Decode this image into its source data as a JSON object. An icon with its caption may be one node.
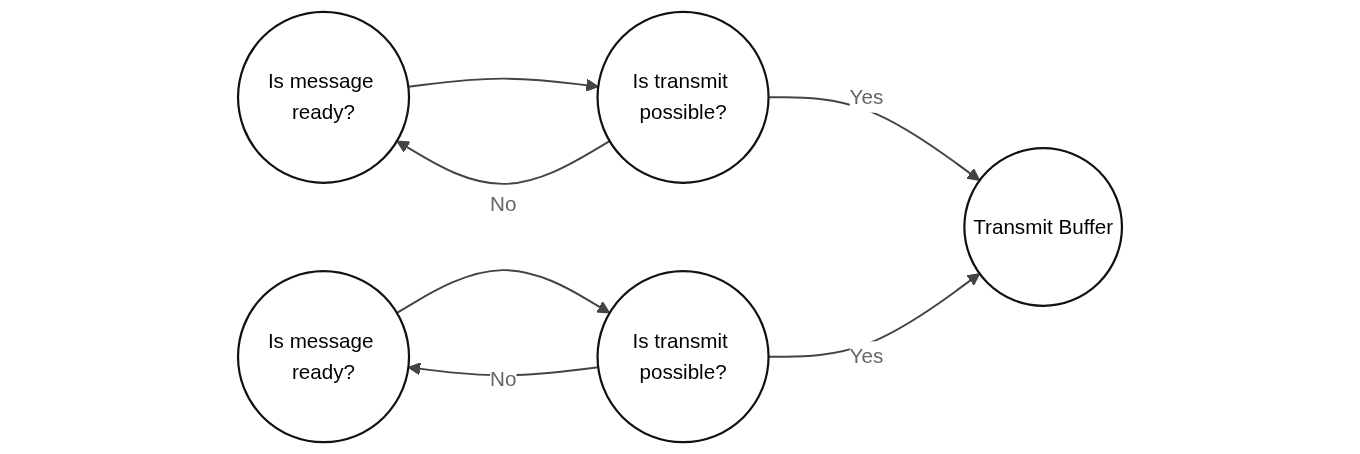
{
  "diagram": {
    "nodes": [
      {
        "text": [
          "Is message ready?"
        ]
      },
      {
        "text": [
          "Is transmit possible?"
        ]
      },
      {
        "text": [
          "Transmit Buffer"
        ]
      },
      {
        "text": [
          "Is message ready?"
        ]
      },
      {
        "text": [
          "Is transmit possible?"
        ]
      }
    ],
    "edges": [
      {
        "from": 0,
        "to": 1,
        "arrow": "to"
      },
      {
        "from": 1,
        "to": 0,
        "arrow": "to",
        "label": "No"
      },
      {
        "from": 1,
        "to": 2,
        "arrow": "to",
        "label": "Yes"
      },
      {
        "from": 3,
        "to": 4,
        "arrow": "to"
      },
      {
        "from": 4,
        "to": 3,
        "arrow": "to",
        "label": "No"
      },
      {
        "from": 4,
        "to": 2,
        "arrow": "to",
        "label": "Yes"
      }
    ]
  }
}
